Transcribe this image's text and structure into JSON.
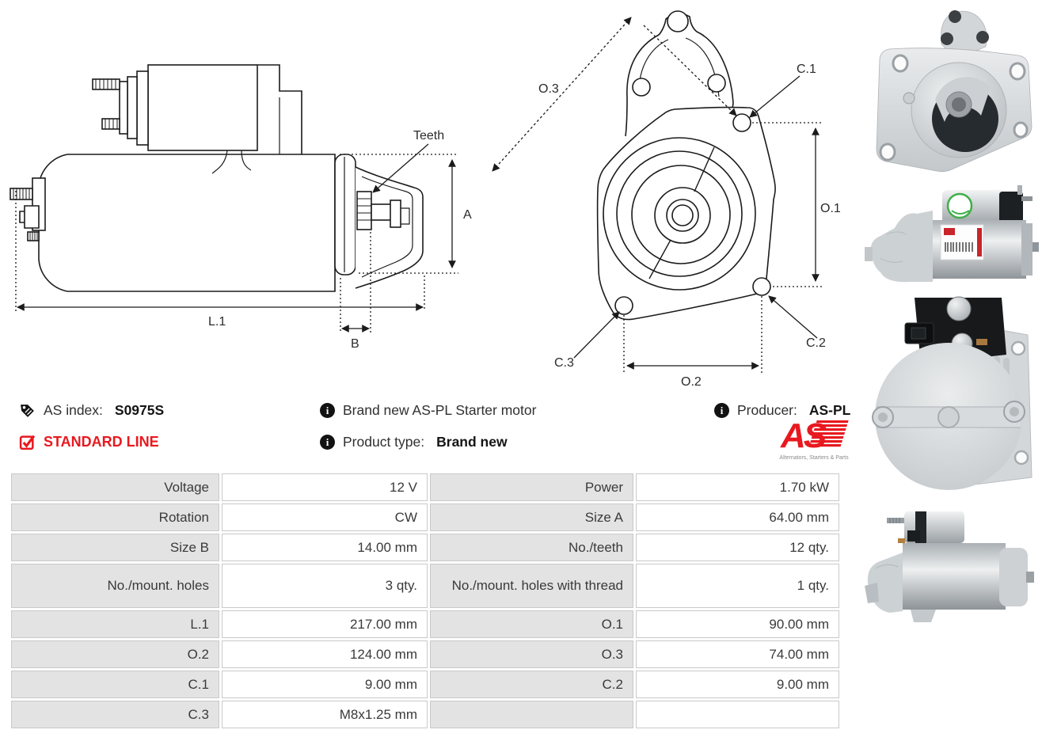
{
  "product": {
    "as_index_label": "AS index:",
    "as_index_value": "S0975S",
    "line_badge": "STANDARD LINE",
    "description": "Brand new AS-PL Starter motor",
    "product_type_label": "Product type:",
    "product_type_value": "Brand new",
    "producer_label": "Producer:",
    "producer_value": "AS-PL",
    "logo_text": "AS",
    "logo_subtext": "Alternators, Starters & Parts"
  },
  "colors": {
    "accent_red": "#e8191f",
    "table_label_bg": "#e3e3e3",
    "table_border": "#c9c9c9",
    "drawing_line": "#1b1b1b"
  },
  "diagram_side": {
    "labels": {
      "teeth": "Teeth",
      "a": "A",
      "l1": "L.1",
      "b": "B"
    }
  },
  "diagram_front": {
    "labels": {
      "o3": "O.3",
      "c1": "C.1",
      "o1": "O.1",
      "c3": "C.3",
      "c2": "C.2",
      "o2": "O.2"
    }
  },
  "photos": [
    {
      "name": "front flange view"
    },
    {
      "name": "side view with label"
    },
    {
      "name": "rear end cap view"
    },
    {
      "name": "side profile view"
    }
  ],
  "spec_table": {
    "rows": [
      {
        "l_label": "Voltage",
        "l_value": "12 V",
        "r_label": "Power",
        "r_value": "1.70 kW"
      },
      {
        "l_label": "Rotation",
        "l_value": "CW",
        "r_label": "Size A",
        "r_value": "64.00 mm"
      },
      {
        "l_label": "Size B",
        "l_value": "14.00 mm",
        "r_label": "No./teeth",
        "r_value": "12 qty."
      },
      {
        "l_label": "No./mount. holes",
        "l_value": "3 qty.",
        "r_label": "No./mount. holes with thread",
        "r_value": "1 qty."
      },
      {
        "l_label": "L.1",
        "l_value": "217.00 mm",
        "r_label": "O.1",
        "r_value": "90.00 mm"
      },
      {
        "l_label": "O.2",
        "l_value": "124.00 mm",
        "r_label": "O.3",
        "r_value": "74.00 mm"
      },
      {
        "l_label": "C.1",
        "l_value": "9.00 mm",
        "r_label": "C.2",
        "r_value": "9.00 mm"
      },
      {
        "l_label": "C.3",
        "l_value": "M8x1.25 mm",
        "r_label": "",
        "r_value": ""
      }
    ]
  }
}
